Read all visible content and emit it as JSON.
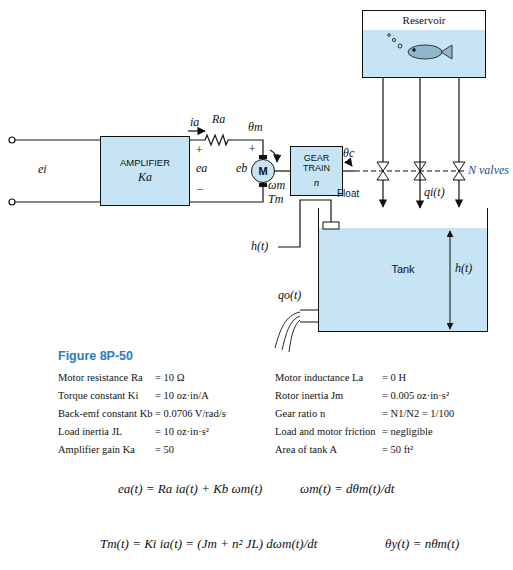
{
  "diagram": {
    "nodes": [
      {
        "text": [
          "AMPLIFIER",
          "Ka"
        ]
      },
      {
        "text": [
          "M"
        ]
      },
      {
        "text": [
          "GEAR TRAIN",
          "n"
        ]
      },
      {
        "text": [
          "Reservoir"
        ]
      },
      {
        "text": [
          "Tank"
        ]
      }
    ],
    "edges": [
      {
        "from": 0,
        "to": 1,
        "arrow": "none"
      },
      {
        "from": 1,
        "to": 2,
        "arrow": "none"
      },
      {
        "from": 3,
        "to": 4,
        "arrow": "to"
      }
    ],
    "labels": [
      "ei",
      "ia",
      "Ra",
      "+",
      "ea",
      "−",
      "+",
      "eb",
      "θm",
      "ωm",
      "Tm",
      "θc",
      "N valves",
      "qi(t)",
      "Float",
      "h(t)",
      "h(t)",
      "qo(t)",
      "Figure 8P-50",
      "Motor resistance Ra",
      "= 10 Ω",
      "Motor inductance La",
      "= 0 H",
      "Torque constant Ki",
      "= 10 oz·in/A",
      "Rotor inertia Jm",
      "= 0.005 oz·in·s²",
      "Back-emf constant Kb",
      "= 0.0706 V/rad/s",
      "Gear ratio n",
      "= N1/N2 = 1/100",
      "Load inertia JL",
      "= 10 oz·in·s²",
      "Load and motor friction",
      "= negligible",
      "Amplifier gain Ka",
      "= 50",
      "Area of tank A",
      "= 50 ft²",
      "ea(t) = Ra ia(t) + Kb ωm(t)",
      "ωm(t) = dθm(t)/dt",
      "Tm(t) = Ki ia(t) = (Jm + n² JL) dωm(t)/dt",
      "θy(t) = nθm(t)"
    ]
  }
}
